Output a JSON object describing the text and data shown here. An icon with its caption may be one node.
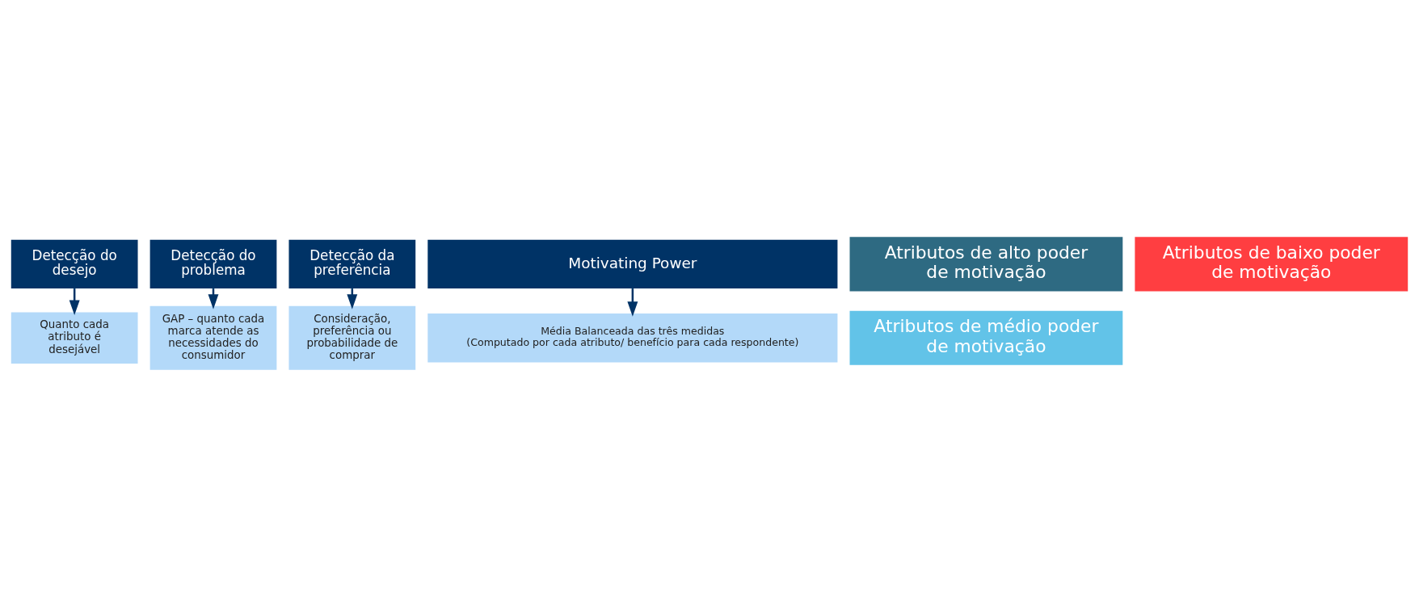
{
  "diagram": {
    "nodes": [
      {
        "text": [
          "Detecção do desejo"
        ]
      },
      {
        "text": [
          "Quanto cada atributo é desejável"
        ]
      },
      {
        "text": [
          "Detecção do problema"
        ]
      },
      {
        "text": [
          "GAP – quanto cada marca atende as necessidades do consumidor"
        ]
      },
      {
        "text": [
          "Detecção da preferência"
        ]
      },
      {
        "text": [
          "Consideração, preferência ou probabilidade de comprar"
        ]
      },
      {
        "text": [
          "Motivating Power"
        ]
      },
      {
        "text": [
          "Média Balanceada das três medidas",
          "(Computado por cada atributo/ benefício para cada respondente)"
        ]
      },
      {
        "text": [
          "Atributos de alto poder de motivação"
        ]
      },
      {
        "text": [
          "Atributos de médio poder de motivação"
        ]
      },
      {
        "text": [
          "Atributos de baixo poder de motivação"
        ]
      }
    ],
    "edges": [
      {
        "from": 0,
        "to": 1,
        "arrow": "to"
      },
      {
        "from": 2,
        "to": 3,
        "arrow": "to"
      },
      {
        "from": 4,
        "to": 5,
        "arrow": "to"
      },
      {
        "from": 6,
        "to": 7,
        "arrow": "to"
      }
    ]
  }
}
